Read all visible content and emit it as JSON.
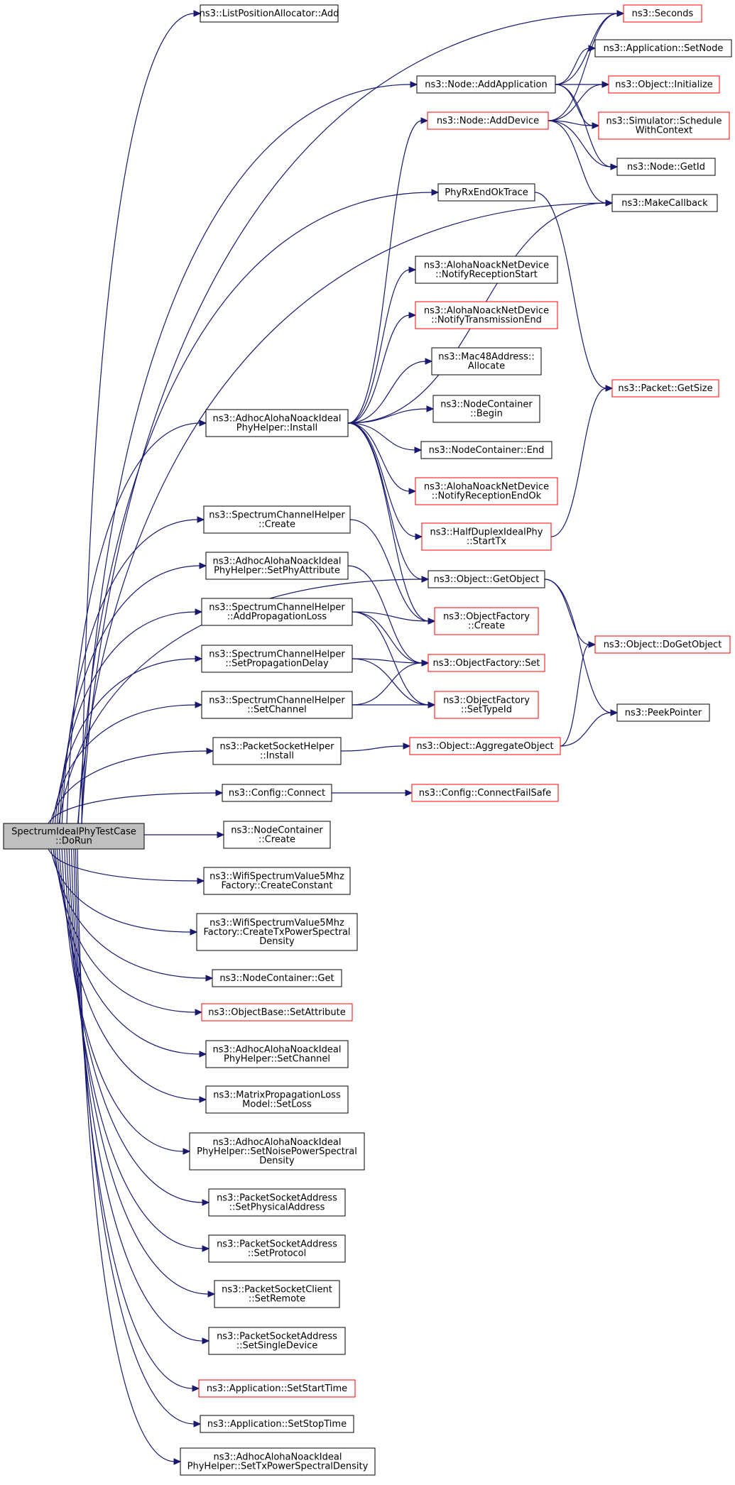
{
  "nodes": [
    {
      "id": "root",
      "lines": [
        "SpectrumIdealPhyTestCase",
        "::DoRun"
      ],
      "style": "root"
    },
    {
      "id": "lpa_add",
      "lines": [
        "ns3::ListPositionAllocator::Add"
      ],
      "style": "black"
    },
    {
      "id": "seconds",
      "lines": [
        "ns3::Seconds"
      ],
      "style": "red"
    },
    {
      "id": "app_setnode",
      "lines": [
        "ns3::Application::SetNode"
      ],
      "style": "black"
    },
    {
      "id": "node_addapp",
      "lines": [
        "ns3::Node::AddApplication"
      ],
      "style": "black"
    },
    {
      "id": "obj_init",
      "lines": [
        "ns3::Object::Initialize"
      ],
      "style": "red"
    },
    {
      "id": "node_adddev",
      "lines": [
        "ns3::Node::AddDevice"
      ],
      "style": "red"
    },
    {
      "id": "sim_sched",
      "lines": [
        "ns3::Simulator::Schedule",
        "WithContext"
      ],
      "style": "red"
    },
    {
      "id": "node_getid",
      "lines": [
        "ns3::Node::GetId"
      ],
      "style": "black"
    },
    {
      "id": "phyrx",
      "lines": [
        "PhyRxEndOkTrace"
      ],
      "style": "black"
    },
    {
      "id": "makecb",
      "lines": [
        "ns3::MakeCallback"
      ],
      "style": "black"
    },
    {
      "id": "anm_nrs",
      "lines": [
        "ns3::AlohaNoackNetDevice",
        "::NotifyReceptionStart"
      ],
      "style": "black"
    },
    {
      "id": "anm_nte",
      "lines": [
        "ns3::AlohaNoackNetDevice",
        "::NotifyTransmissionEnd"
      ],
      "style": "red"
    },
    {
      "id": "mac48",
      "lines": [
        "ns3::Mac48Address::",
        "Allocate"
      ],
      "style": "black"
    },
    {
      "id": "pkt_getsize",
      "lines": [
        "ns3::Packet::GetSize"
      ],
      "style": "red"
    },
    {
      "id": "helper_install",
      "lines": [
        "ns3::AdhocAlohaNoackIdeal",
        "PhyHelper::Install"
      ],
      "style": "black"
    },
    {
      "id": "nc_begin",
      "lines": [
        "ns3::NodeContainer",
        "::Begin"
      ],
      "style": "black"
    },
    {
      "id": "nc_end",
      "lines": [
        "ns3::NodeContainer::End"
      ],
      "style": "black"
    },
    {
      "id": "anm_nreo",
      "lines": [
        "ns3::AlohaNoackNetDevice",
        "::NotifyReceptionEndOk"
      ],
      "style": "red"
    },
    {
      "id": "sch_create",
      "lines": [
        "ns3::SpectrumChannelHelper",
        "::Create"
      ],
      "style": "black"
    },
    {
      "id": "hdip_starttx",
      "lines": [
        "ns3::HalfDuplexIdealPhy",
        "::StartTx"
      ],
      "style": "red"
    },
    {
      "id": "helper_setphyattr",
      "lines": [
        "ns3::AdhocAlohaNoackIdeal",
        "PhyHelper::SetPhyAttribute"
      ],
      "style": "black"
    },
    {
      "id": "obj_getobject",
      "lines": [
        "ns3::Object::GetObject"
      ],
      "style": "black"
    },
    {
      "id": "sch_addprop",
      "lines": [
        "ns3::SpectrumChannelHelper",
        "::AddPropagationLoss"
      ],
      "style": "black"
    },
    {
      "id": "of_create",
      "lines": [
        "ns3::ObjectFactory",
        "::Create"
      ],
      "style": "red"
    },
    {
      "id": "obj_dogetobject",
      "lines": [
        "ns3::Object::DoGetObject"
      ],
      "style": "red"
    },
    {
      "id": "sch_setpropdelay",
      "lines": [
        "ns3::SpectrumChannelHelper",
        "::SetPropagationDelay"
      ],
      "style": "black"
    },
    {
      "id": "of_set",
      "lines": [
        "ns3::ObjectFactory::Set"
      ],
      "style": "red"
    },
    {
      "id": "sch_setchannel",
      "lines": [
        "ns3::SpectrumChannelHelper",
        "::SetChannel"
      ],
      "style": "black"
    },
    {
      "id": "of_settypeid",
      "lines": [
        "ns3::ObjectFactory",
        "::SetTypeId"
      ],
      "style": "red"
    },
    {
      "id": "peekpointer",
      "lines": [
        "ns3::PeekPointer"
      ],
      "style": "black"
    },
    {
      "id": "psh_install",
      "lines": [
        "ns3::PacketSocketHelper",
        "::Install"
      ],
      "style": "black"
    },
    {
      "id": "obj_aggregate",
      "lines": [
        "ns3::Object::AggregateObject"
      ],
      "style": "red"
    },
    {
      "id": "cfg_connect",
      "lines": [
        "ns3::Config::Connect"
      ],
      "style": "black"
    },
    {
      "id": "cfg_connectfs",
      "lines": [
        "ns3::Config::ConnectFailSafe"
      ],
      "style": "red"
    },
    {
      "id": "nc_create",
      "lines": [
        "ns3::NodeContainer",
        "::Create"
      ],
      "style": "black"
    },
    {
      "id": "wsv_const",
      "lines": [
        "ns3::WifiSpectrumValue5Mhz",
        "Factory::CreateConstant"
      ],
      "style": "black"
    },
    {
      "id": "wsv_txpsd",
      "lines": [
        "ns3::WifiSpectrumValue5Mhz",
        "Factory::CreateTxPowerSpectral",
        "Density"
      ],
      "style": "black"
    },
    {
      "id": "nc_get",
      "lines": [
        "ns3::NodeContainer::Get"
      ],
      "style": "black"
    },
    {
      "id": "ob_setattr",
      "lines": [
        "ns3::ObjectBase::SetAttribute"
      ],
      "style": "red"
    },
    {
      "id": "helper_setchannel",
      "lines": [
        "ns3::AdhocAlohaNoackIdeal",
        "PhyHelper::SetChannel"
      ],
      "style": "black"
    },
    {
      "id": "mplm_setloss",
      "lines": [
        "ns3::MatrixPropagationLoss",
        "Model::SetLoss"
      ],
      "style": "black"
    },
    {
      "id": "helper_setnpsd",
      "lines": [
        "ns3::AdhocAlohaNoackIdeal",
        "PhyHelper::SetNoisePowerSpectral",
        "Density"
      ],
      "style": "black"
    },
    {
      "id": "psa_setphys",
      "lines": [
        "ns3::PacketSocketAddress",
        "::SetPhysicalAddress"
      ],
      "style": "black"
    },
    {
      "id": "psa_setproto",
      "lines": [
        "ns3::PacketSocketAddress",
        "::SetProtocol"
      ],
      "style": "black"
    },
    {
      "id": "psc_setremote",
      "lines": [
        "ns3::PacketSocketClient",
        "::SetRemote"
      ],
      "style": "black"
    },
    {
      "id": "psa_setsingle",
      "lines": [
        "ns3::PacketSocketAddress",
        "::SetSingleDevice"
      ],
      "style": "black"
    },
    {
      "id": "app_setstart",
      "lines": [
        "ns3::Application::SetStartTime"
      ],
      "style": "red"
    },
    {
      "id": "app_setstop",
      "lines": [
        "ns3::Application::SetStopTime"
      ],
      "style": "black"
    },
    {
      "id": "helper_settxpsd",
      "lines": [
        "ns3::AdhocAlohaNoackIdeal",
        "PhyHelper::SetTxPowerSpectralDensity"
      ],
      "style": "black"
    }
  ],
  "edges": [
    [
      "root",
      "lpa_add"
    ],
    [
      "root",
      "seconds"
    ],
    [
      "root",
      "node_addapp"
    ],
    [
      "root",
      "makecb"
    ],
    [
      "root",
      "phyrx"
    ],
    [
      "root",
      "helper_install"
    ],
    [
      "root",
      "obj_getobject"
    ],
    [
      "root",
      "sch_create"
    ],
    [
      "root",
      "helper_setphyattr"
    ],
    [
      "root",
      "sch_addprop"
    ],
    [
      "root",
      "sch_setpropdelay"
    ],
    [
      "root",
      "sch_setchannel"
    ],
    [
      "root",
      "psh_install"
    ],
    [
      "root",
      "cfg_connect"
    ],
    [
      "root",
      "nc_create"
    ],
    [
      "root",
      "wsv_const"
    ],
    [
      "root",
      "wsv_txpsd"
    ],
    [
      "root",
      "nc_get"
    ],
    [
      "root",
      "ob_setattr"
    ],
    [
      "root",
      "helper_setchannel"
    ],
    [
      "root",
      "mplm_setloss"
    ],
    [
      "root",
      "helper_setnpsd"
    ],
    [
      "root",
      "psa_setphys"
    ],
    [
      "root",
      "psa_setproto"
    ],
    [
      "root",
      "psc_setremote"
    ],
    [
      "root",
      "psa_setsingle"
    ],
    [
      "root",
      "app_setstart"
    ],
    [
      "root",
      "app_setstop"
    ],
    [
      "root",
      "helper_settxpsd"
    ],
    [
      "node_addapp",
      "seconds"
    ],
    [
      "node_addapp",
      "app_setnode"
    ],
    [
      "node_addapp",
      "obj_init"
    ],
    [
      "node_addapp",
      "sim_sched"
    ],
    [
      "node_addapp",
      "node_getid"
    ],
    [
      "node_adddev",
      "seconds"
    ],
    [
      "node_adddev",
      "obj_init"
    ],
    [
      "node_adddev",
      "sim_sched"
    ],
    [
      "node_adddev",
      "node_getid"
    ],
    [
      "node_adddev",
      "makecb"
    ],
    [
      "phyrx",
      "pkt_getsize"
    ],
    [
      "helper_install",
      "node_adddev"
    ],
    [
      "helper_install",
      "makecb"
    ],
    [
      "helper_install",
      "anm_nrs"
    ],
    [
      "helper_install",
      "anm_nte"
    ],
    [
      "helper_install",
      "mac48"
    ],
    [
      "helper_install",
      "nc_begin"
    ],
    [
      "helper_install",
      "nc_end"
    ],
    [
      "helper_install",
      "anm_nreo"
    ],
    [
      "helper_install",
      "hdip_starttx"
    ],
    [
      "helper_install",
      "obj_getobject"
    ],
    [
      "helper_install",
      "of_create"
    ],
    [
      "hdip_starttx",
      "pkt_getsize"
    ],
    [
      "sch_create",
      "of_create"
    ],
    [
      "helper_setphyattr",
      "of_set"
    ],
    [
      "sch_addprop",
      "of_create"
    ],
    [
      "sch_addprop",
      "of_set"
    ],
    [
      "sch_addprop",
      "of_settypeid"
    ],
    [
      "sch_setpropdelay",
      "of_set"
    ],
    [
      "sch_setpropdelay",
      "of_settypeid"
    ],
    [
      "sch_setchannel",
      "of_set"
    ],
    [
      "sch_setchannel",
      "of_settypeid"
    ],
    [
      "obj_getobject",
      "obj_dogetobject"
    ],
    [
      "obj_getobject",
      "peekpointer"
    ],
    [
      "psh_install",
      "obj_aggregate"
    ],
    [
      "obj_aggregate",
      "obj_dogetobject"
    ],
    [
      "obj_aggregate",
      "peekpointer"
    ],
    [
      "cfg_connect",
      "cfg_connectfs"
    ]
  ]
}
